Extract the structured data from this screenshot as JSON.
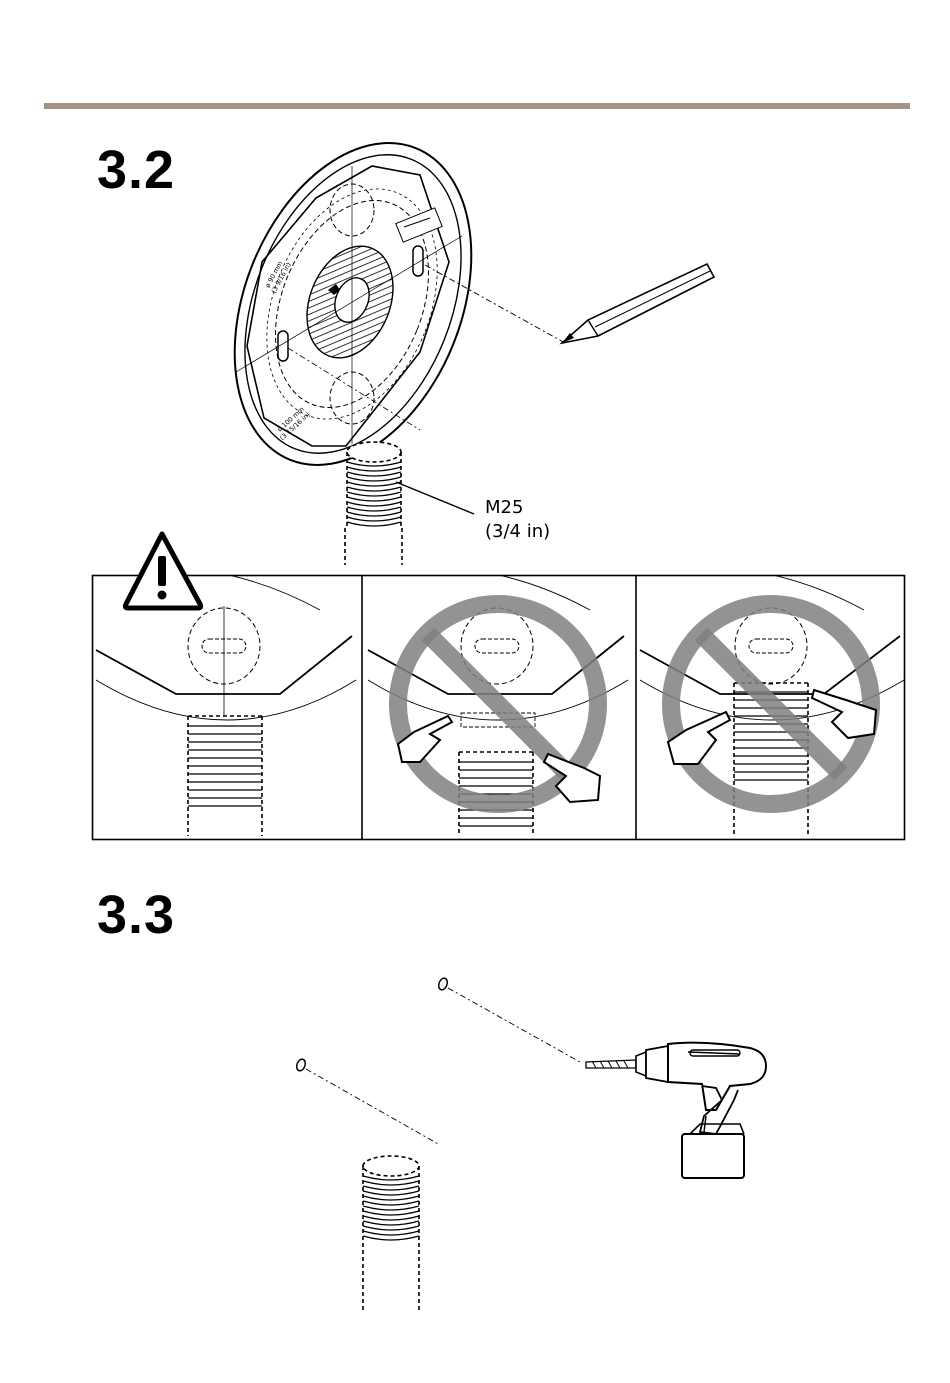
{
  "colors": {
    "rule": "#a39384",
    "ink": "#000000",
    "prohibit": "#808080"
  },
  "steps": {
    "step_a": "3.2",
    "step_b": "3.3"
  },
  "figure_a": {
    "thread_size": "M25",
    "thread_size_imperial": "(3/4 in)",
    "plate_labels": {
      "dia_90": "ø 90 mm",
      "dia_90_in": "(3 9/16 in)",
      "dia_100": "ø 100 mm",
      "dia_100_in": "(3 15/16 in)"
    },
    "icons": [
      "pencil-icon",
      "warning-icon",
      "prohibited-icon",
      "pointing-hand-icon"
    ]
  },
  "warning_panels": [
    {
      "status": "correct"
    },
    {
      "status": "prohibited"
    },
    {
      "status": "prohibited"
    }
  ],
  "figure_b": {
    "icons": [
      "drill-icon"
    ]
  }
}
